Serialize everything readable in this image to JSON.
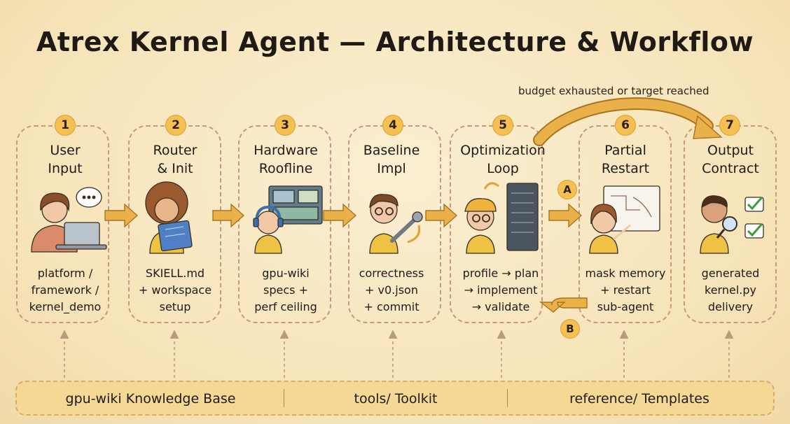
{
  "title": "Atrex Kernel Agent — Architecture & Workflow",
  "feedback_label": "budget exhausted or target reached",
  "stages": [
    {
      "number": "1",
      "title_lines": [
        "User",
        "Input"
      ],
      "desc_lines": [
        "platform /",
        "framework /",
        "kernel_demo"
      ],
      "icon": "user-laptop-icon"
    },
    {
      "number": "2",
      "title_lines": [
        "Router",
        "& Init"
      ],
      "desc_lines": [
        "SKIELL.md",
        "+ workspace",
        "setup"
      ],
      "icon": "router-blueprint-icon"
    },
    {
      "number": "3",
      "title_lines": [
        "Hardware",
        "Roofline"
      ],
      "desc_lines": [
        "gpu-wiki",
        "specs +",
        "perf ceiling"
      ],
      "icon": "hardware-dashboard-icon"
    },
    {
      "number": "4",
      "title_lines": [
        "Baseline",
        "Impl"
      ],
      "desc_lines": [
        "correctness",
        "+ v0.json",
        "+ commit"
      ],
      "icon": "wrench-icon"
    },
    {
      "number": "5",
      "title_lines": [
        "Optimization",
        "Loop"
      ],
      "desc_lines": [
        "profile → plan",
        "→ implement",
        "→ validate"
      ],
      "icon": "server-rack-icon"
    },
    {
      "number": "6",
      "title_lines": [
        "Partial",
        "Restart"
      ],
      "desc_lines": [
        "mask memory",
        "+ restart",
        "sub-agent"
      ],
      "icon": "whiteboard-icon"
    },
    {
      "number": "7",
      "title_lines": [
        "Output",
        "Contract"
      ],
      "desc_lines": [
        "generated",
        "kernel.py",
        "delivery"
      ],
      "icon": "magnifier-checklist-icon"
    }
  ],
  "markers": {
    "a": "A",
    "b": "B"
  },
  "resources": [
    "gpu-wiki Knowledge Base",
    "tools/ Toolkit",
    "reference/ Templates"
  ],
  "colors": {
    "accent": "#f5c04f",
    "arrow": "#eab04a",
    "dashed_border": "#c9987a",
    "background": "#f6e3b8"
  }
}
